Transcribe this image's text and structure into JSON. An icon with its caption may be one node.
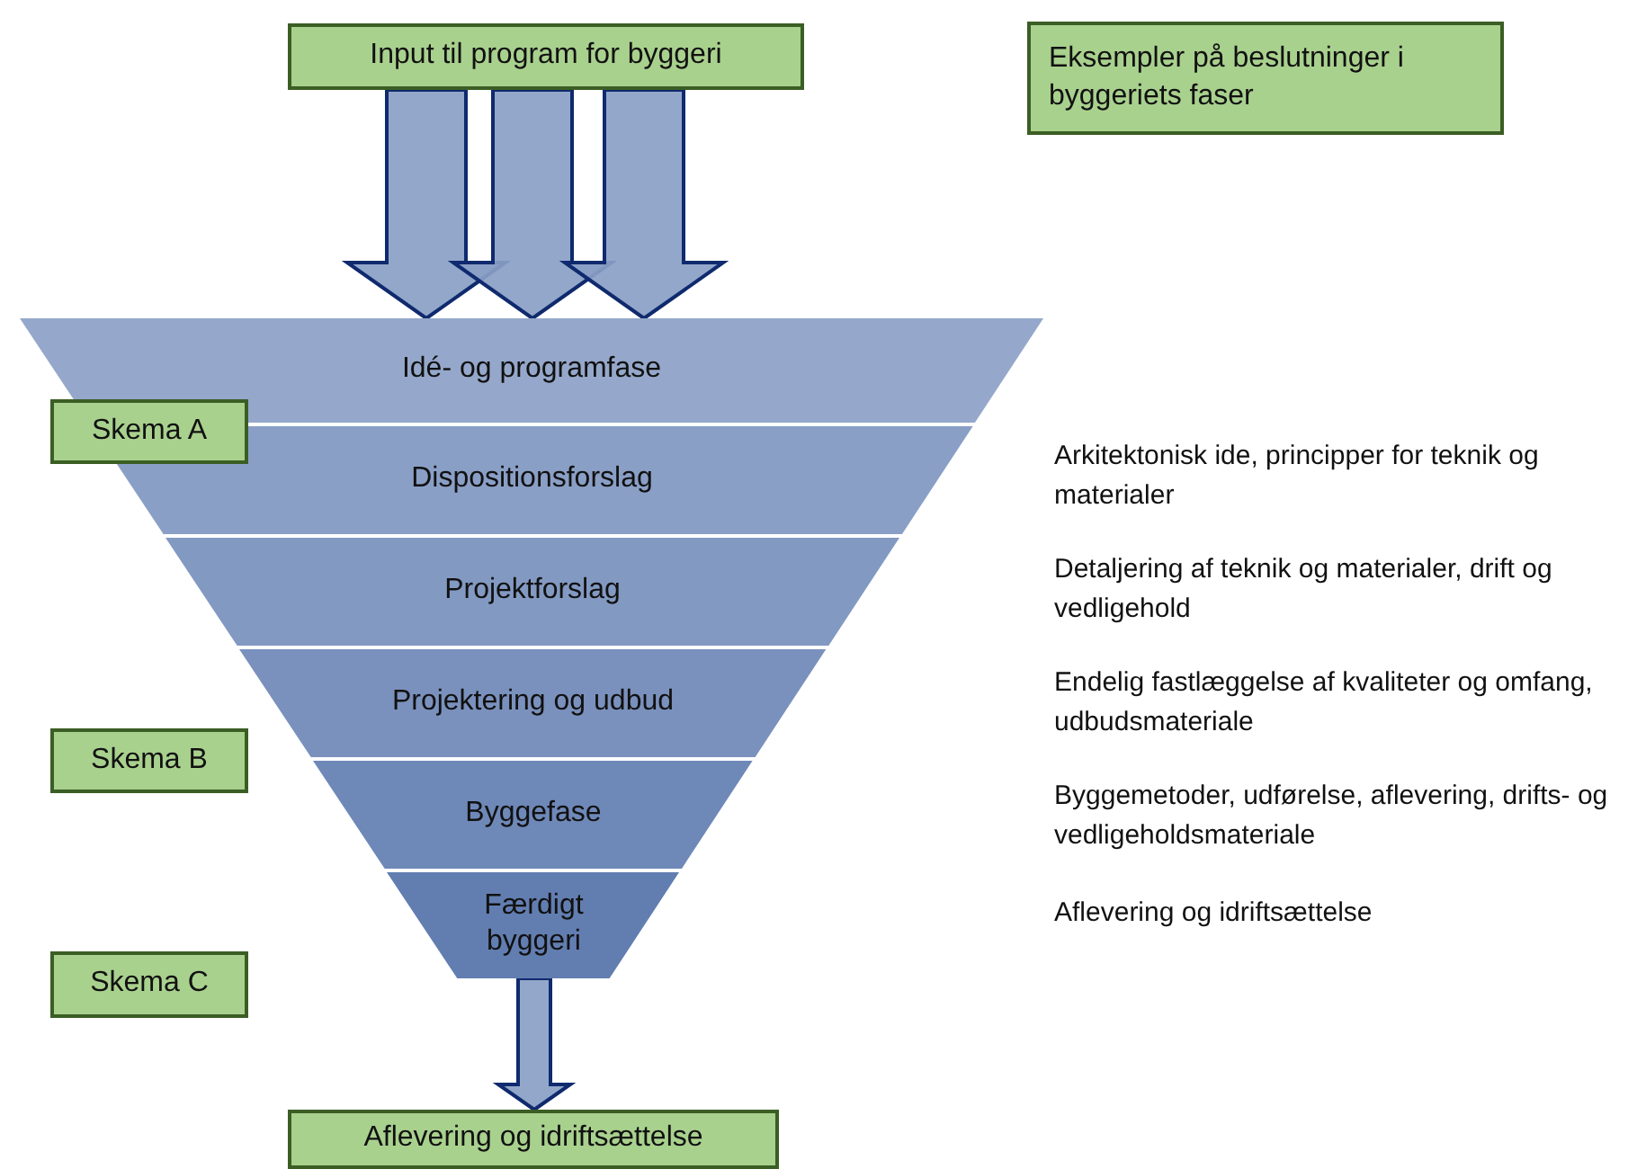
{
  "diagram": {
    "nodes": [
      {
        "text": [
          "Input til program for byggeri"
        ]
      },
      {
        "text": [
          "Eksempler på beslutninger i byggeriets faser"
        ]
      },
      {
        "text": [
          "Idé- og programfase"
        ]
      },
      {
        "text": [
          "Dispositionsforslag"
        ]
      },
      {
        "text": [
          "Projektforslag"
        ]
      },
      {
        "text": [
          "Projektering og udbud"
        ]
      },
      {
        "text": [
          "Byggefase"
        ]
      },
      {
        "text": [
          "Færdigt byggeri"
        ]
      },
      {
        "text": [
          "Skema A"
        ]
      },
      {
        "text": [
          "Skema B"
        ]
      },
      {
        "text": [
          "Skema C"
        ]
      },
      {
        "text": [
          "Aflevering og idriftsættelse"
        ]
      }
    ],
    "edges": [
      {
        "from": 0,
        "to": 2,
        "arrow": "to"
      },
      {
        "from": 0,
        "to": 2,
        "arrow": "to"
      },
      {
        "from": 0,
        "to": 2,
        "arrow": "to"
      },
      {
        "from": 7,
        "to": 11,
        "arrow": "to"
      }
    ],
    "labels": [
      "Arkitektonisk ide, principper for teknik og materialer",
      "Detaljering af teknik og materialer, drift og vedligehold",
      "Endelig fastlæggelse af kvaliteter og omfang, udbudsmateriale",
      "Byggemetoder, udførelse, aflevering, drifts- og vedligeholdsmateriale",
      "Aflevering og idriftsættelse"
    ]
  }
}
